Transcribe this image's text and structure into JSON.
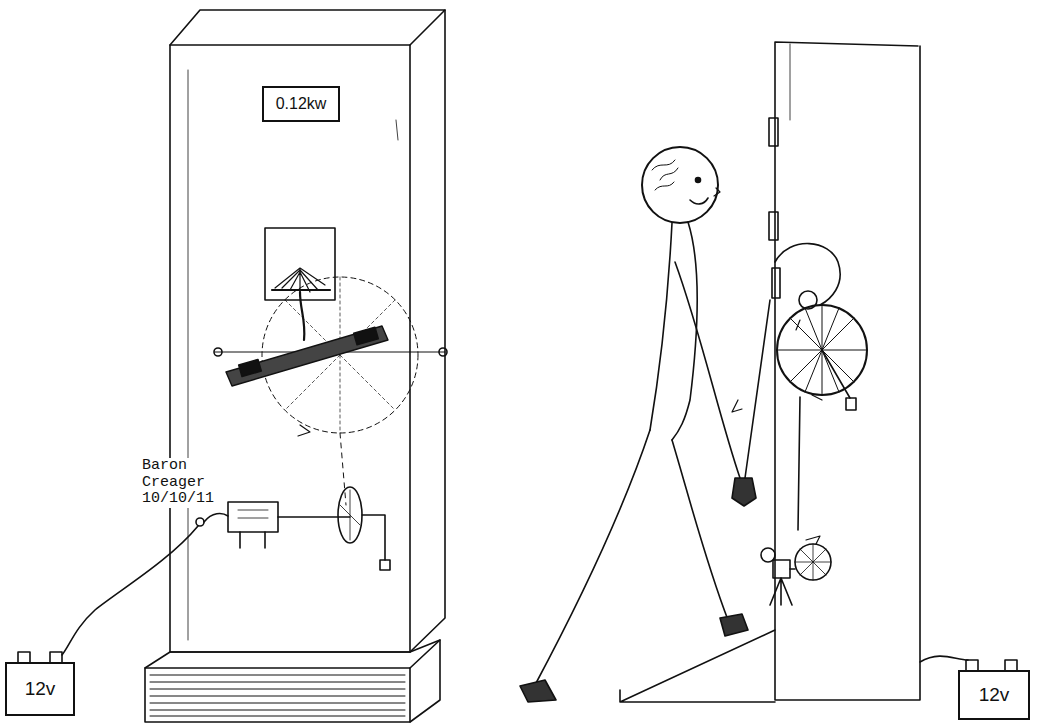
{
  "diagram": {
    "nodes": [
      {
        "text": [
          "0.12kw"
        ]
      },
      {
        "text": [
          "12v"
        ]
      },
      {
        "text": [
          "12v"
        ]
      }
    ],
    "labels": [
      "Baron Creager 10/10/11"
    ]
  }
}
